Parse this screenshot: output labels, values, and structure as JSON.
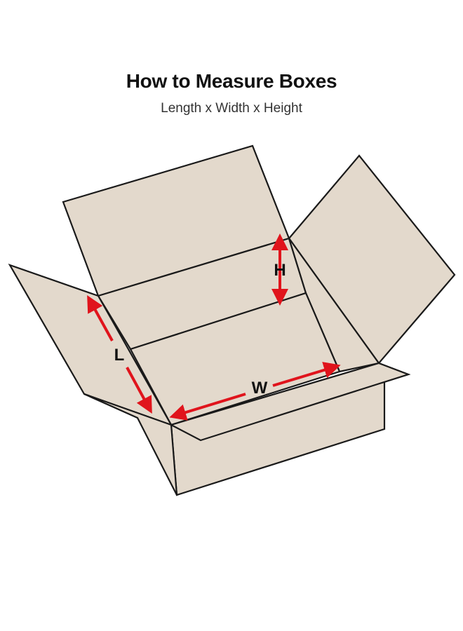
{
  "header": {
    "title": "How to Measure Boxes",
    "subtitle": "Length x Width x Height"
  },
  "labels": {
    "length": "L",
    "width": "W",
    "height": "H"
  },
  "colors": {
    "cardboard": "#e3d9cc",
    "outline": "#1a1a1a",
    "arrow": "#e0141c"
  }
}
